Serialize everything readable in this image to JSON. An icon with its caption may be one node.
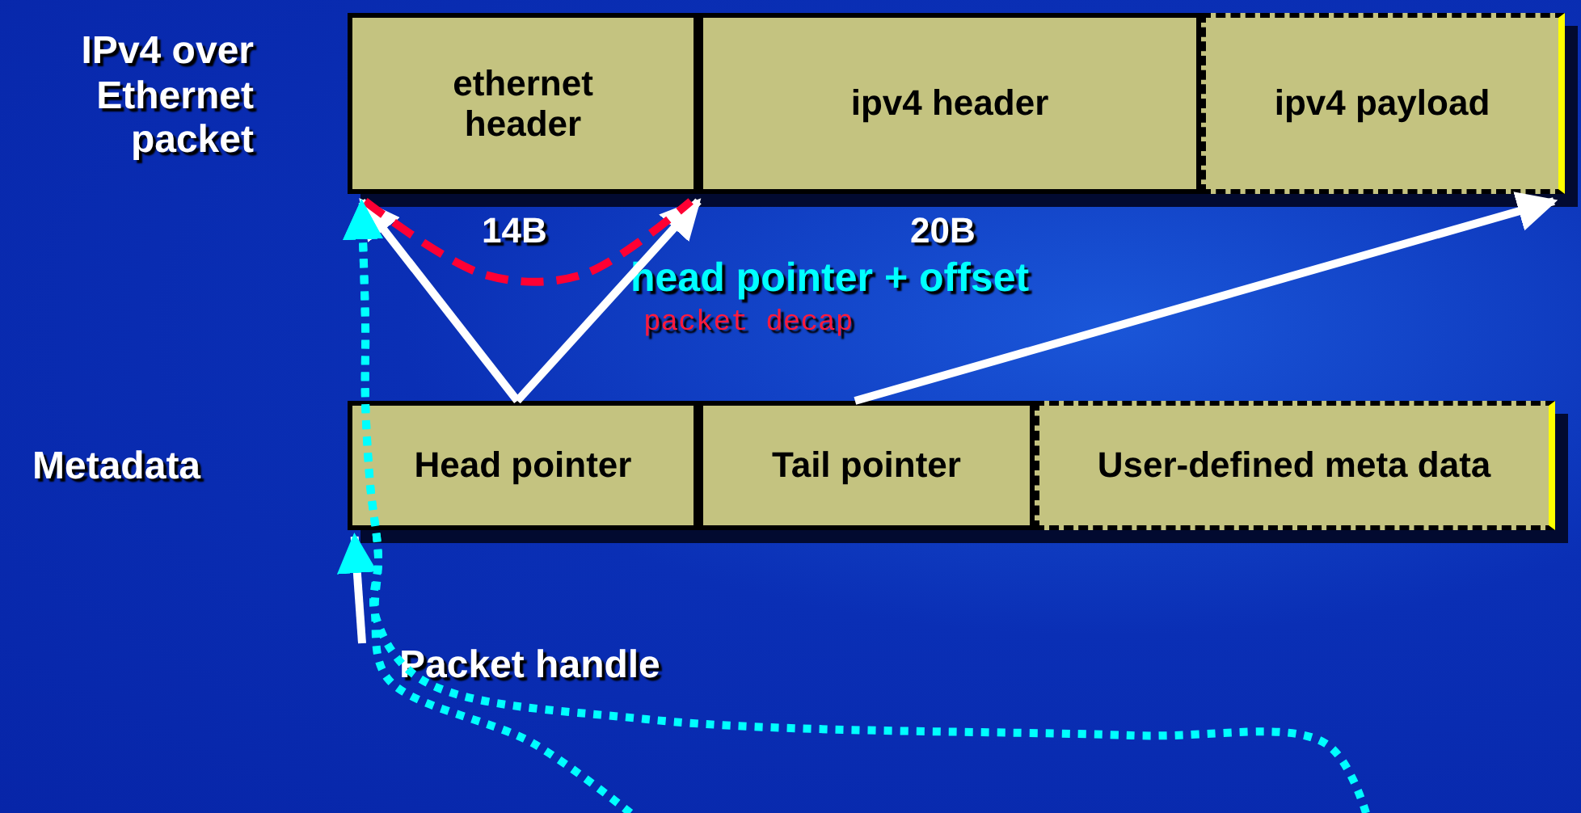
{
  "diagram": {
    "nodes": [
      {
        "text": [
          "ethernet header"
        ]
      },
      {
        "text": [
          "ipv4 header"
        ]
      },
      {
        "text": [
          "ipv4 payload"
        ]
      },
      {
        "text": [
          "Head pointer"
        ]
      },
      {
        "text": [
          "Tail pointer"
        ]
      },
      {
        "text": [
          "User-defined meta data"
        ]
      }
    ],
    "edges": [
      {
        "from": 3,
        "to": 0,
        "arrow": "to"
      },
      {
        "from": 3,
        "to": 1,
        "arrow": "to"
      },
      {
        "from": 4,
        "to": 2,
        "arrow": "to"
      },
      {
        "from": 0,
        "to": 1,
        "arrow": "none",
        "style": "dashed",
        "color": "#ff0033"
      },
      {
        "from": null,
        "to": 3,
        "arrow": "to"
      },
      {
        "from": null,
        "to": 0,
        "arrow": "to",
        "style": "dashed",
        "color": "#00ffff"
      },
      {
        "from": null,
        "to": 0,
        "arrow": "to",
        "style": "dashed",
        "color": "#00ffff"
      }
    ],
    "labels": [
      "IPv4 over Ethernet packet",
      "14B",
      "20B",
      "head pointer + offset",
      "packet decap",
      "Metadata",
      "Packet handle"
    ]
  }
}
